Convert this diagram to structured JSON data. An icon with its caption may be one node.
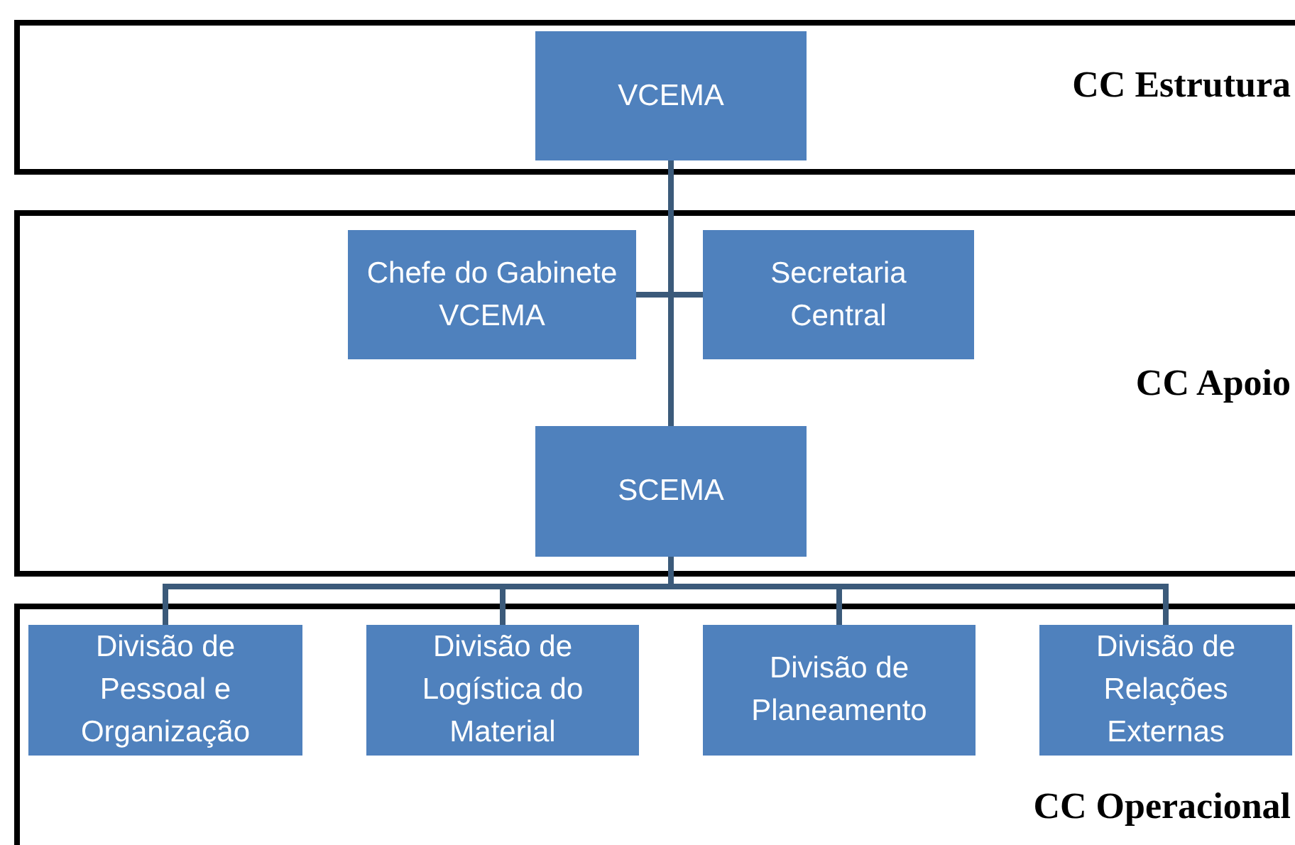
{
  "diagram": {
    "nodes": [
      {
        "text": [
          "CC Estrutura"
        ]
      },
      {
        "text": [
          "VCEMA"
        ],
        "in": 0
      },
      {
        "text": [
          "CC Apoio"
        ]
      },
      {
        "text": [
          "Chefe do Gabinete VCEMA"
        ],
        "in": 2
      },
      {
        "text": [
          "Secretaria Central"
        ],
        "in": 2
      },
      {
        "text": [
          "SCEMA"
        ],
        "in": 2
      },
      {
        "text": [
          "CC Operacional"
        ]
      },
      {
        "text": [
          "Divisão de Pessoal e Organização"
        ],
        "in": 6
      },
      {
        "text": [
          "Divisão de Logística do Material"
        ],
        "in": 6
      },
      {
        "text": [
          "Divisão de Planeamento"
        ],
        "in": 6
      },
      {
        "text": [
          "Divisão de Relações Externas"
        ],
        "in": 6
      }
    ],
    "edges": [
      {
        "from": 1,
        "to": 3,
        "arrow": "none"
      },
      {
        "from": 1,
        "to": 4,
        "arrow": "none"
      },
      {
        "from": 1,
        "to": 5,
        "arrow": "none"
      },
      {
        "from": 5,
        "to": 7,
        "arrow": "none"
      },
      {
        "from": 5,
        "to": 8,
        "arrow": "none"
      },
      {
        "from": 5,
        "to": 9,
        "arrow": "none"
      },
      {
        "from": 5,
        "to": 10,
        "arrow": "none"
      }
    ]
  }
}
